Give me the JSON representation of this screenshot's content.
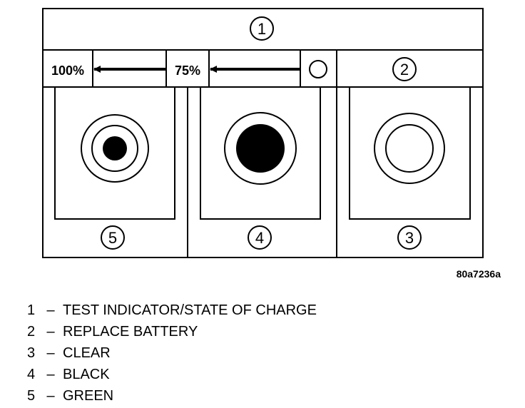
{
  "figure_code": "80a7236a",
  "scale": {
    "full": "100%",
    "partial": "75%"
  },
  "callouts": {
    "c1": "1",
    "c2": "2",
    "c3": "3",
    "c4": "4",
    "c5": "5"
  },
  "legend": [
    {
      "num": "1",
      "sep": "–",
      "label": "TEST INDICATOR/STATE OF CHARGE"
    },
    {
      "num": "2",
      "sep": "–",
      "label": "REPLACE BATTERY"
    },
    {
      "num": "3",
      "sep": "–",
      "label": "CLEAR"
    },
    {
      "num": "4",
      "sep": "–",
      "label": "BLACK"
    },
    {
      "num": "5",
      "sep": "–",
      "label": "GREEN"
    }
  ]
}
